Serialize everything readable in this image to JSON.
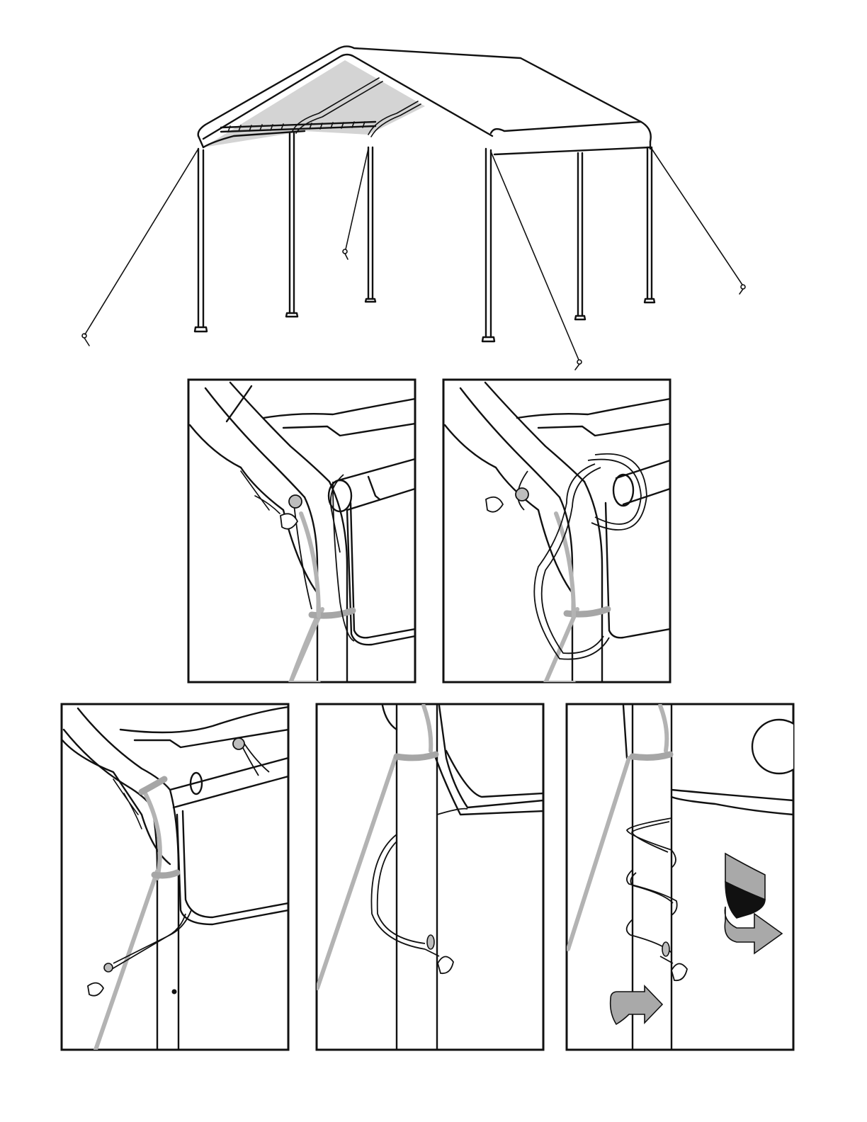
{
  "colors": {
    "line": "#111111",
    "roof_shade": "#d4d4d4",
    "rope": "#b3b3b3",
    "arrow_fill": "#a9a9a9",
    "arrow_dark": "#111111"
  },
  "figures": {
    "overview": "canopy-overview",
    "steps": [
      "bungee-loop-over-pipe",
      "bungee-wrap-around-leg",
      "bungee-leg-corner-view",
      "bungee-hook-leg",
      "bungee-spiral-twist"
    ],
    "icons": [
      "rotate-arrow-icon",
      "twist-arrow-icon",
      "step-marker-circle-icon"
    ]
  }
}
